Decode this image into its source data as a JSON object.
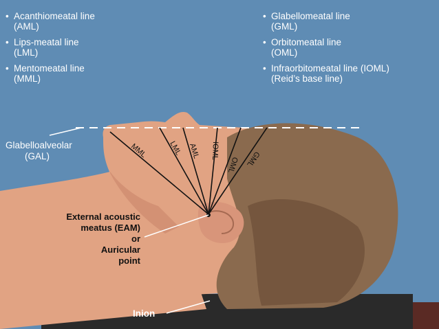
{
  "legend_left": [
    {
      "name": "Acanthiomeatal line",
      "abbr": "(AML)"
    },
    {
      "name": "Lips-meatal line",
      "abbr": "(LML)"
    },
    {
      "name": "Mentomeatal line",
      "abbr": "(MML)"
    }
  ],
  "legend_right": [
    {
      "name": "Glabellomeatal line",
      "abbr": "(GML)"
    },
    {
      "name": "Orbitomeatal line",
      "abbr": "(OML)"
    },
    {
      "name": "Infraorbitomeatal line (IOML)",
      "abbr": "(Reid’s base line)"
    }
  ],
  "bullet": "•",
  "labels": {
    "gal_line1": "Glabelloalveolar",
    "gal_line2": "(GAL)",
    "eam_line1": "External acoustic",
    "eam_line2": "meatus (EAM)",
    "eam_or": "or",
    "eam_line3": "Auricular",
    "eam_line4": "point",
    "inion": "Inion"
  },
  "lines": {
    "mml": "MML",
    "lml": "LML",
    "aml": "AML",
    "ioml": "IOML",
    "oml": "OML",
    "gml": "GML"
  },
  "colors": {
    "background": "#5f8cb4",
    "skin": "#e1a383",
    "skin_shadow": "#c9856a",
    "hair": "#8a6a4e",
    "hair_shadow": "#6c4f38",
    "table": "#2a2a2a"
  }
}
